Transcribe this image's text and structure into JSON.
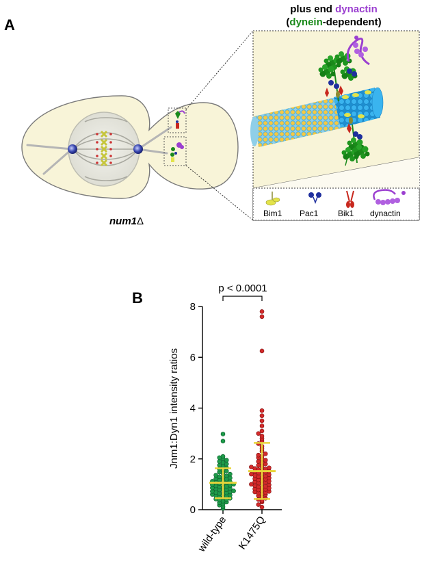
{
  "panelA": {
    "label": "A",
    "title_line1_prefix": "plus end ",
    "title_line1_highlight": "dynactin",
    "title_line2_open": "(",
    "title_line2_highlight": "dynein",
    "title_line2_suffix": "-dependent)",
    "cell_label_text": "num1",
    "cell_label_symbol": "Δ",
    "legend": [
      {
        "name": "Bim1",
        "icon": "bim1-icon"
      },
      {
        "name": "Pac1",
        "icon": "pac1-icon"
      },
      {
        "name": "Bik1",
        "icon": "bik1-icon"
      },
      {
        "name": "dynactin",
        "icon": "dynactin-icon"
      }
    ],
    "colors": {
      "dynactin": "#9b3fd0",
      "dynein": "#1a8a1a",
      "cytoplasm": "#f8f4d8",
      "bim1": "#e3e34a",
      "pac1": "#1f2f9e",
      "bik1": "#c8281e",
      "microtubule": "#3aaee0"
    }
  },
  "panelB": {
    "label": "B",
    "p_value_text": "p < 0.0001",
    "chart_data": {
      "type": "scatter",
      "ylabel": "Jnm1:Dyn1 intensity ratios",
      "xlabel": "",
      "categories": [
        "wild-type",
        "K1475Q"
      ],
      "ylim": [
        0,
        8
      ],
      "yticks": [
        0,
        2,
        4,
        6,
        8
      ],
      "series": [
        {
          "category": "wild-type",
          "color": "#1e9b4a",
          "mean": 1.06,
          "sd_upper": 1.63,
          "sd_lower": 0.45,
          "values": [
            0.05,
            0.12,
            0.18,
            0.22,
            0.28,
            0.3,
            0.34,
            0.38,
            0.4,
            0.42,
            0.45,
            0.48,
            0.5,
            0.52,
            0.55,
            0.58,
            0.6,
            0.62,
            0.64,
            0.66,
            0.68,
            0.7,
            0.72,
            0.74,
            0.76,
            0.78,
            0.8,
            0.82,
            0.84,
            0.86,
            0.88,
            0.9,
            0.92,
            0.94,
            0.96,
            0.98,
            1.0,
            1.02,
            1.04,
            1.06,
            1.08,
            1.1,
            1.12,
            1.15,
            1.18,
            1.2,
            1.22,
            1.25,
            1.28,
            1.3,
            1.33,
            1.36,
            1.4,
            1.44,
            1.48,
            1.52,
            1.56,
            1.6,
            1.65,
            1.7,
            1.75,
            1.8,
            1.85,
            1.9,
            1.95,
            2.0,
            2.05,
            2.1,
            2.7,
            2.98
          ]
        },
        {
          "category": "K1475Q",
          "color": "#d42a2a",
          "mean": 1.52,
          "sd_upper": 2.63,
          "sd_lower": 0.42,
          "values": [
            0.1,
            0.2,
            0.3,
            0.35,
            0.4,
            0.45,
            0.5,
            0.55,
            0.6,
            0.62,
            0.65,
            0.68,
            0.7,
            0.72,
            0.75,
            0.78,
            0.8,
            0.82,
            0.85,
            0.88,
            0.9,
            0.92,
            0.95,
            0.98,
            1.0,
            1.02,
            1.05,
            1.08,
            1.1,
            1.12,
            1.15,
            1.18,
            1.2,
            1.22,
            1.25,
            1.28,
            1.3,
            1.32,
            1.35,
            1.38,
            1.4,
            1.42,
            1.45,
            1.48,
            1.5,
            1.52,
            1.55,
            1.58,
            1.6,
            1.62,
            1.65,
            1.68,
            1.7,
            1.75,
            1.8,
            1.85,
            1.9,
            1.95,
            2.0,
            2.05,
            2.1,
            2.15,
            2.2,
            2.3,
            2.4,
            2.5,
            2.6,
            2.7,
            2.8,
            2.9,
            3.0,
            3.1,
            3.3,
            3.5,
            3.7,
            3.9,
            6.25,
            7.6,
            7.8
          ]
        }
      ]
    }
  }
}
